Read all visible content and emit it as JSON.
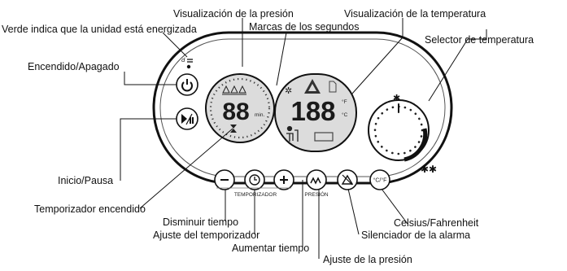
{
  "labels": {
    "presion_display": "Visualización de la presión",
    "temp_display": "Visualización de la temperatura",
    "verde": "Verde indica que la unidad está energizada",
    "marcas": "Marcas de los segundos",
    "selector": "Selector de temperatura",
    "power": "Encendido/Apagado",
    "inicio": "Inicio/Pausa",
    "timer_on": "Temporizador encendido",
    "disminuir": "Disminuir tiempo",
    "ajuste_timer": "Ajuste del temporizador",
    "aumentar": "Aumentar tiempo",
    "ajuste_presion": "Ajuste de la presión",
    "silenciador": "Silenciador de la alarma",
    "celsius": "Celsius/Fahrenheit"
  },
  "panel": {
    "timer_group": "TEMPORIZADOR",
    "pressure_group": "PRESIÓN",
    "timer_digits": "88",
    "timer_unit": "min.",
    "temp_digits": "188",
    "temp_unit_f": "°F",
    "temp_unit_c": "°C",
    "cf_button": "°C/°F"
  }
}
